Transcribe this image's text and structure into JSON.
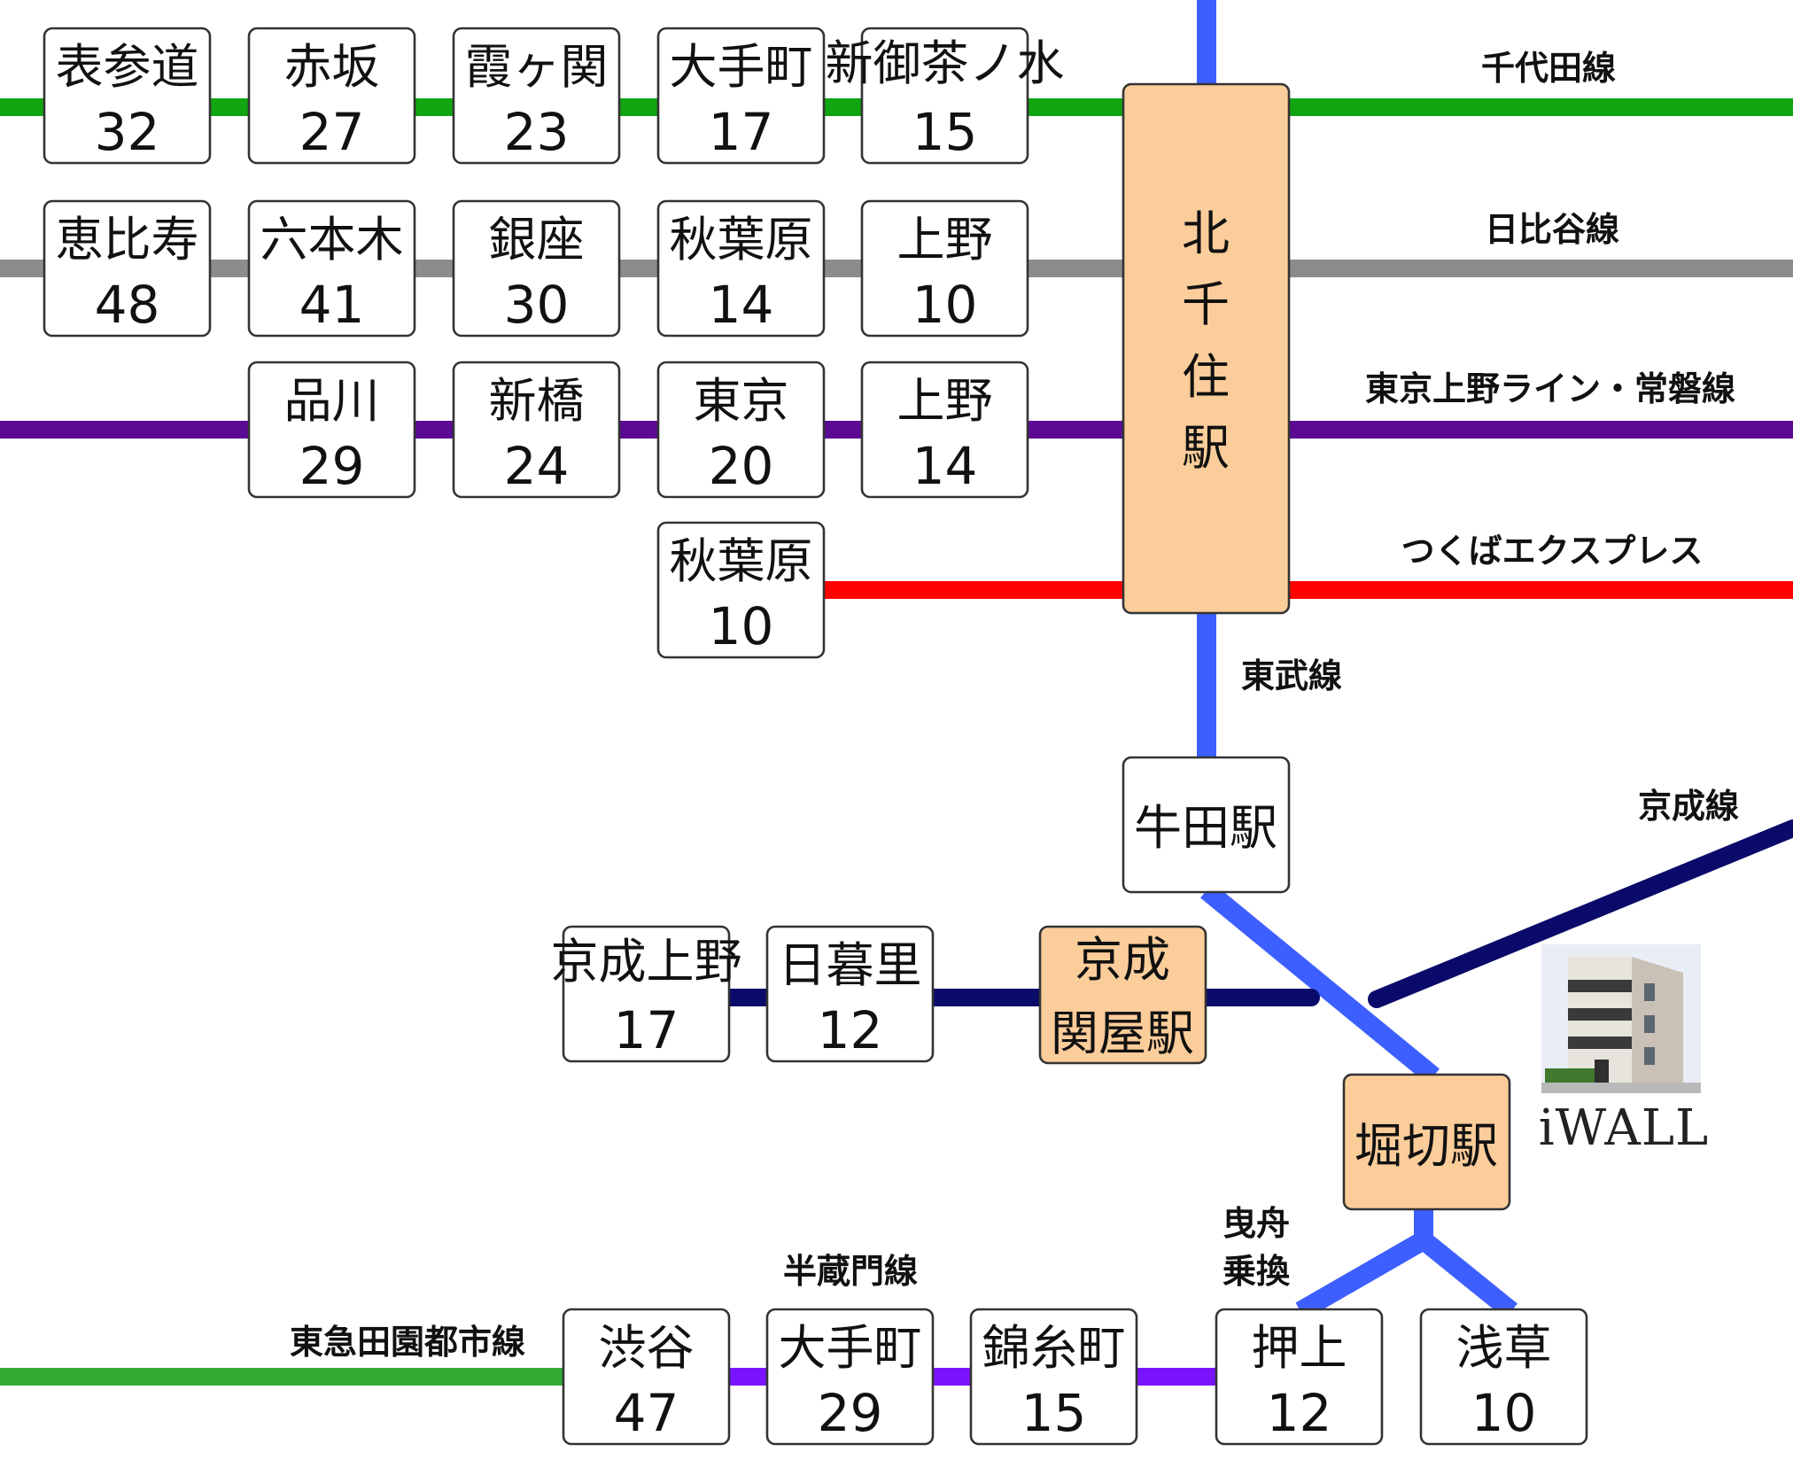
{
  "colors": {
    "chiyoda": "#11a511",
    "hibiya": "#8c8c8c",
    "tokyo_ueno": "#5b0a94",
    "tsukuba": "#ff0000",
    "tobu": "#3d5fff",
    "keisei": "#0a0a6a",
    "hanzomon": "#7a14ff",
    "tokyu": "#33aa33",
    "hub_fill": "#fbcd9a"
  },
  "lines": {
    "chiyoda": "千代田線",
    "hibiya": "日比谷線",
    "tokyo_ueno": "東京上野ライン・常磐線",
    "tsukuba": "つくばエクスプレス",
    "tobu": "東武線",
    "keisei": "京成線",
    "hanzomon": "半蔵門線",
    "tokyu": "東急田園都市線",
    "oshiage_transfer_1": "曳舟",
    "oshiage_transfer_2": "乗換"
  },
  "hubs": {
    "kitasenju": [
      "北",
      "千",
      "住",
      "駅"
    ],
    "ushida": "牛田駅",
    "keisei_sekiya": [
      "京成",
      "関屋駅"
    ],
    "horikiri": "堀切駅"
  },
  "stations": {
    "chiyoda": [
      {
        "name": "表参道",
        "minutes": "32"
      },
      {
        "name": "赤坂",
        "minutes": "27"
      },
      {
        "name": "霞ヶ関",
        "minutes": "23"
      },
      {
        "name": "大手町",
        "minutes": "17"
      },
      {
        "name": "新御茶ノ水",
        "minutes": "15"
      }
    ],
    "hibiya": [
      {
        "name": "恵比寿",
        "minutes": "48"
      },
      {
        "name": "六本木",
        "minutes": "41"
      },
      {
        "name": "銀座",
        "minutes": "30"
      },
      {
        "name": "秋葉原",
        "minutes": "14"
      },
      {
        "name": "上野",
        "minutes": "10"
      }
    ],
    "tokyo_ueno": [
      {
        "name": "品川",
        "minutes": "29"
      },
      {
        "name": "新橋",
        "minutes": "24"
      },
      {
        "name": "東京",
        "minutes": "20"
      },
      {
        "name": "上野",
        "minutes": "14"
      }
    ],
    "tsukuba": [
      {
        "name": "秋葉原",
        "minutes": "10"
      }
    ],
    "keisei": [
      {
        "name": "京成上野",
        "minutes": "17"
      },
      {
        "name": "日暮里",
        "minutes": "12"
      }
    ],
    "hanzomon": [
      {
        "name": "渋谷",
        "minutes": "47"
      },
      {
        "name": "大手町",
        "minutes": "29"
      },
      {
        "name": "錦糸町",
        "minutes": "15"
      },
      {
        "name": "押上",
        "minutes": "12"
      },
      {
        "name": "浅草",
        "minutes": "10"
      }
    ]
  },
  "brand": "iWALL"
}
